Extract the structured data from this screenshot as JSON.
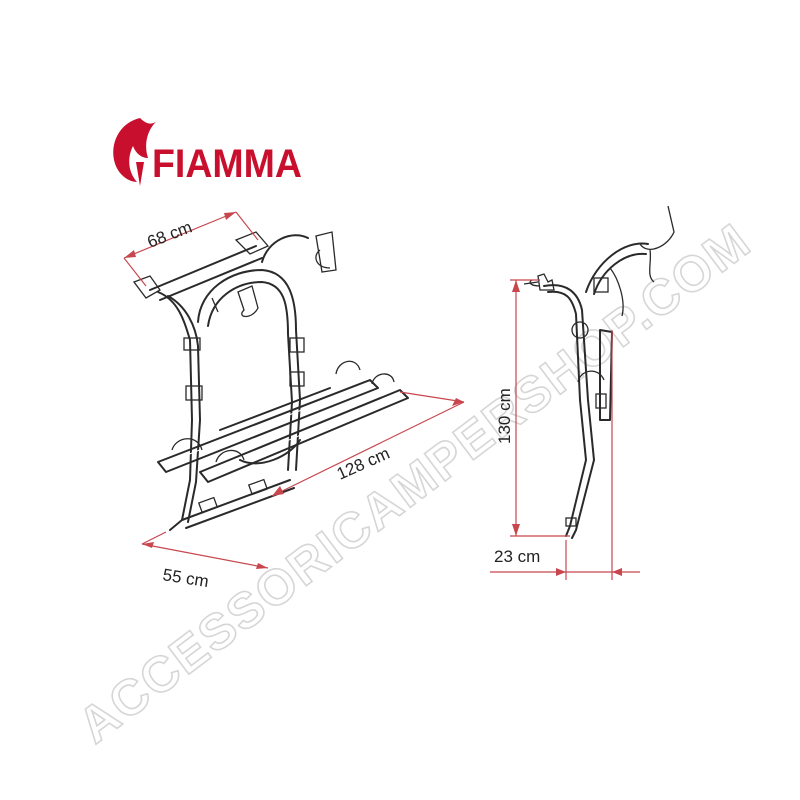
{
  "logo": {
    "text": "FIAMMA",
    "color": "#c8102e"
  },
  "watermark": {
    "text": "ACCESSORICAMPERSHOP.COM",
    "color": "#d6d6d6"
  },
  "dimensions": {
    "width_top": "68 cm",
    "rail_length": "128 cm",
    "width_bottom": "55 cm",
    "height": "130 cm",
    "depth": "23 cm"
  },
  "colors": {
    "dimension_line": "#c8474f",
    "drawing": "#2a2a2a"
  }
}
